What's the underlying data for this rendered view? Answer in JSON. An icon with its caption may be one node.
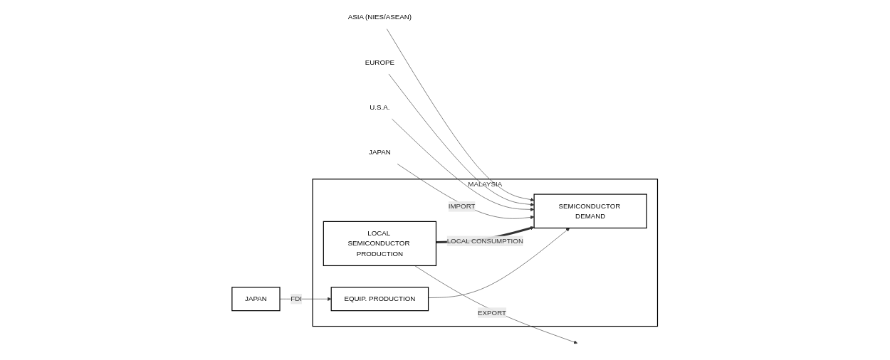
{
  "diagram": {
    "nodes": [
      {
        "text": [
          "MALAYSIA"
        ]
      },
      {
        "text": [
          "JAPAN"
        ]
      },
      {
        "text": [
          "EQUIP. PRODUCTION"
        ],
        "in": 0
      },
      {
        "text": [
          "SEMICONDUCTOR DEMAND"
        ],
        "in": 0
      },
      {
        "text": [
          "LOCAL SEMICONDUCTOR PRODUCTION"
        ],
        "in": 0
      },
      {
        "text": [
          "JAPAN"
        ]
      },
      {
        "text": [
          "U.S.A."
        ]
      },
      {
        "text": [
          "EUROPE"
        ]
      },
      {
        "text": [
          "ASIA (NIES/ASEAN)"
        ]
      }
    ],
    "edges": [
      {
        "from": 1,
        "to": 2,
        "arrow": "to",
        "label": "FDI"
      },
      {
        "from": 2,
        "to": 3,
        "arrow": "to"
      },
      {
        "from": 4,
        "to": 3,
        "arrow": "to",
        "label": "LOCAL CONSUMPTION",
        "style": "thick"
      },
      {
        "from": 5,
        "to": 3,
        "arrow": "to",
        "label": "IMPORT"
      },
      {
        "from": 6,
        "to": 3,
        "arrow": "to"
      },
      {
        "from": 7,
        "to": 3,
        "arrow": "to"
      },
      {
        "from": 8,
        "to": 3,
        "arrow": "to"
      },
      {
        "from": 4,
        "to": null,
        "arrow": "to",
        "label": "EXPORT"
      }
    ]
  }
}
